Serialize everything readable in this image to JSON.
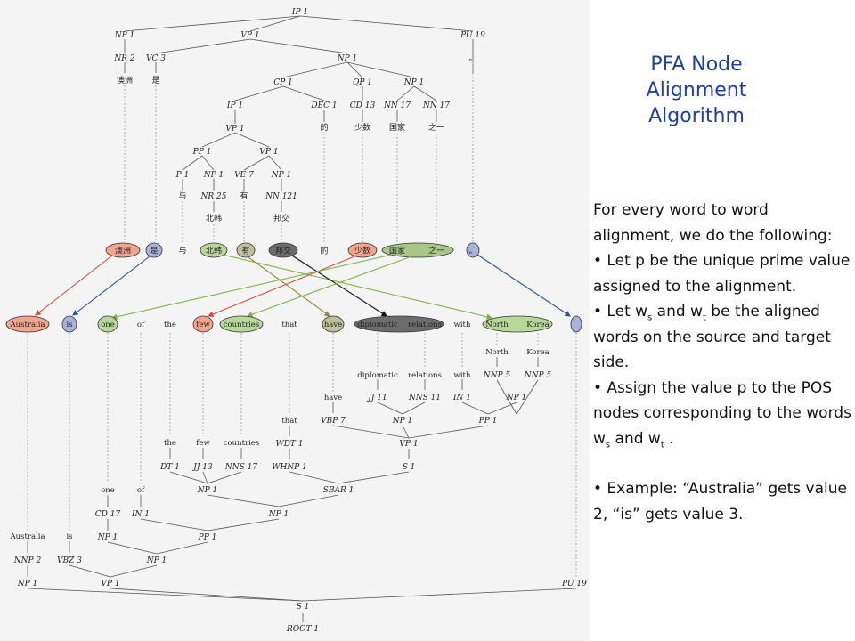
{
  "title": {
    "line1": "PFA Node",
    "line2": "Alignment",
    "line3": "Algorithm"
  },
  "body": {
    "intro": "For every word to word alignment, we do the following:",
    "bullet1": "• Let p be the unique prime value assigned to the alignment.",
    "bullet2_a": "• Let w",
    "bullet2_sub1": "s",
    "bullet2_b": " and w",
    "bullet2_sub2": "t",
    "bullet2_c": " be the aligned words on the source and target side.",
    "bullet3_a": "• Assign the value p to the POS nodes corresponding to the words w",
    "bullet3_sub1": "s",
    "bullet3_b": " and w",
    "bullet3_sub2": "t",
    "bullet3_c": " .",
    "example": "• Example: “Australia” gets value 2, “is” gets value 3."
  },
  "source_tree": {
    "nodes": {
      "IP1": "IP 1",
      "NP1a": "NP 1",
      "VP1a": "VP 1",
      "PU19a": "PU 19",
      "NR2": "NR 2",
      "VC3": "VC 3",
      "NP1b": "NP 1",
      "w_aozhou": "澳洲",
      "w_shi": "是",
      "w_period": "。",
      "CP1": "CP 1",
      "QP1": "QP 1",
      "NP1c": "NP 1",
      "IP1b": "IP 1",
      "DEC1": "DEC 1",
      "CD13": "CD 13",
      "NN17a": "NN 17",
      "NN17b": "NN 17",
      "VP1b": "VP 1",
      "w_de": "的",
      "w_shaoshu": "少数",
      "w_guojia": "国家",
      "w_zhiyi": "之一",
      "PP1": "PP 1",
      "VP1c": "VP 1",
      "P1": "P 1",
      "NP1d": "NP 1",
      "VE7": "VE 7",
      "NP1e": "NP 1",
      "w_yu": "与",
      "NR25": "NR 25",
      "w_you": "有",
      "NN121": "NN 121",
      "w_beihan": "北韩",
      "w_bangjiao": "邦交"
    },
    "aligned_row": [
      "澳洲",
      "是",
      "与",
      "北韩",
      "有",
      "邦交",
      "的",
      "少数",
      "国家",
      "之一",
      "。"
    ]
  },
  "target_tree": {
    "aligned_row": [
      "Australia",
      "is",
      "one",
      "of",
      "the",
      "few",
      "countries",
      "that",
      "have",
      "diplomatic",
      "relations",
      "with",
      "North",
      "Korea"
    ],
    "nodes": {
      "w_north": "North",
      "w_korea": "Korea",
      "NNP5a": "NNP 5",
      "NNP5b": "NNP 5",
      "w_diplomatic": "diplomatic",
      "w_relations": "relations",
      "w_with": "with",
      "JJ11": "JJ 11",
      "NNS11": "NNS 11",
      "IN1a": "IN 1",
      "w_have": "have",
      "VBP7": "VBP 7",
      "NP1a": "NP 1",
      "PP1a": "PP 1",
      "w_that": "that",
      "WDT1": "WDT 1",
      "VP1a": "VP 1",
      "w_the": "the",
      "w_few": "few",
      "w_countries": "countries",
      "DT1": "DT 1",
      "JJ13": "JJ 13",
      "NNS17": "NNS 17",
      "WHNP1": "WHNP 1",
      "S1a": "S 1",
      "NP1b": "NP 1",
      "SBAR1": "SBAR 1",
      "w_one": "one",
      "w_of": "of",
      "CD17": "CD 17",
      "IN1b": "IN 1",
      "NP1c": "NP 1",
      "w_australia": "Australia",
      "w_is": "is",
      "NP1d": "NP 1",
      "PP1b": "PP 1",
      "NNP2": "NNP 2",
      "VBZ3": "VBZ 3",
      "NP1e": "NP 1",
      "NP1f": "NP 1",
      "VP1b": "VP 1",
      "PU19": "PU 19",
      "S1": "S 1",
      "ROOT1": "ROOT 1"
    }
  }
}
